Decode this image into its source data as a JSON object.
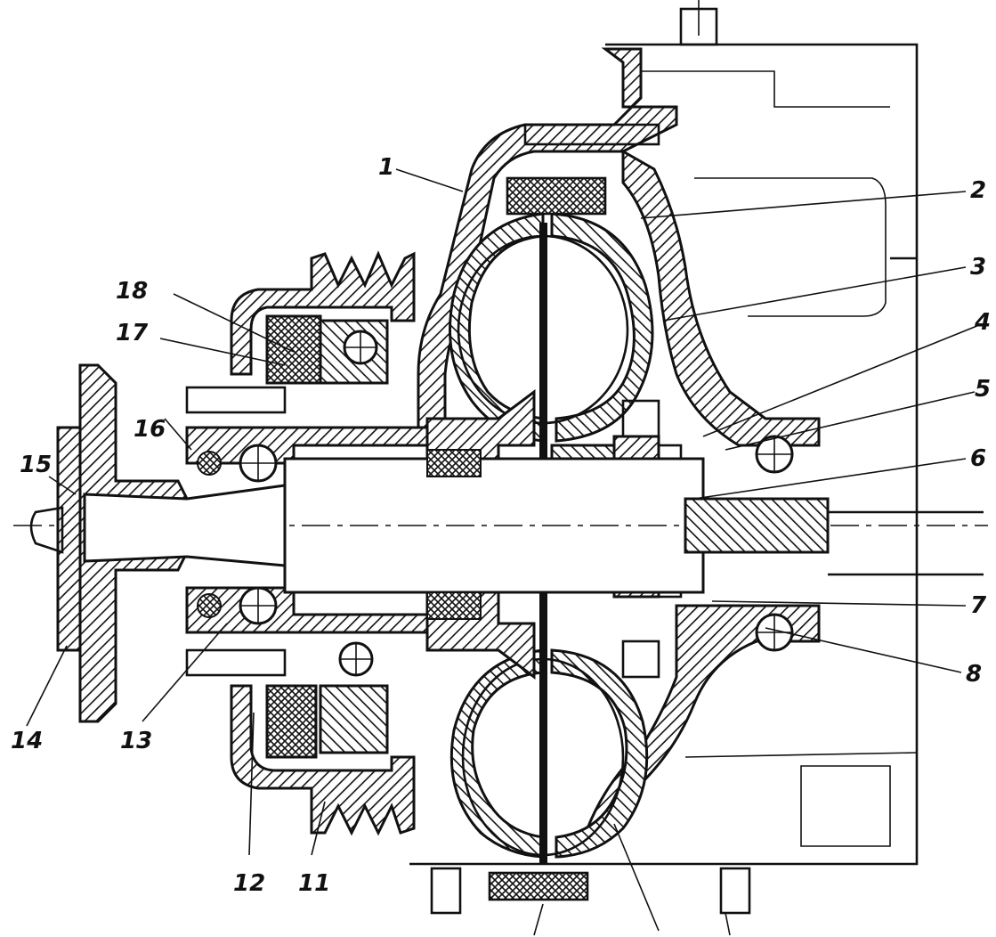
{
  "callouts": {
    "c1": "1",
    "c2": "2",
    "c3": "3",
    "c4": "4",
    "c5": "5",
    "c6": "6",
    "c7": "7",
    "c8": "8",
    "c11": "11",
    "c12": "12",
    "c13": "13",
    "c14": "14",
    "c15": "15",
    "c16": "16",
    "c17": "17",
    "c18": "18"
  }
}
